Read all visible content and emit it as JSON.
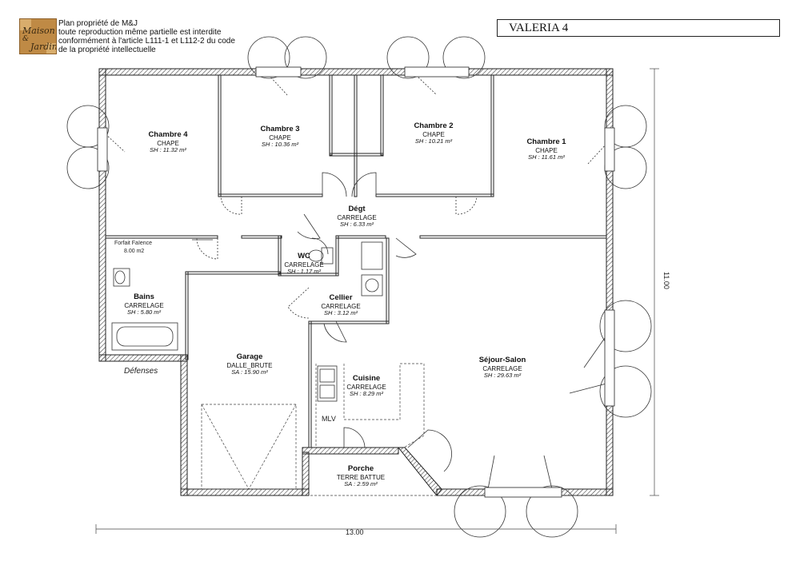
{
  "header": {
    "notice_lines": [
      "Plan propriété de M&J",
      "toute reproduction même partielle est interdite",
      "conformément à l'article L111-1 et L112-2 du code",
      "de la propriété intellectuelle"
    ],
    "logo_lines": [
      "Maison",
      "&",
      "Jardin"
    ],
    "model_name": "VALERIA 4"
  },
  "rooms": [
    {
      "name": "Chambre 4",
      "floor": "CHAPE",
      "area": "SH : 11.32 m²"
    },
    {
      "name": "Chambre 3",
      "floor": "CHAPE",
      "area": "SH : 10.36 m²"
    },
    {
      "name": "Chambre 2",
      "floor": "CHAPE",
      "area": "SH : 10.21 m²"
    },
    {
      "name": "Chambre 1",
      "floor": "CHAPE",
      "area": "SH : 11.61 m²"
    },
    {
      "name": "Dégt",
      "floor": "CARRELAGE",
      "area": "SH : 6.33 m²"
    },
    {
      "name": "WC",
      "floor": "CARRELAGE",
      "area": "SH : 1.17 m²"
    },
    {
      "name": "Bains",
      "floor": "CARRELAGE",
      "area": "SH : 5.80 m²"
    },
    {
      "name": "Cellier",
      "floor": "CARRELAGE",
      "area": "SH : 3.12 m²"
    },
    {
      "name": "Garage",
      "floor": "DALLE_BRUTE",
      "area": "SA : 15.90 m²"
    },
    {
      "name": "Cuisine",
      "floor": "CARRELAGE",
      "area": "SH : 8.29 m²"
    },
    {
      "name": "Séjour-Salon",
      "floor": "CARRELAGE",
      "area": "SH : 29.63 m²"
    },
    {
      "name": "Porche",
      "floor": "TERRE BATTUE",
      "area": "SA : 2.59 m²"
    }
  ],
  "annotations": {
    "faience_label": "Forfait Faïence",
    "faience_area": "8.00 m2",
    "defenses": "Défenses",
    "mlv": "MLV"
  },
  "dimensions": {
    "width": "13.00",
    "depth": "11.00"
  }
}
